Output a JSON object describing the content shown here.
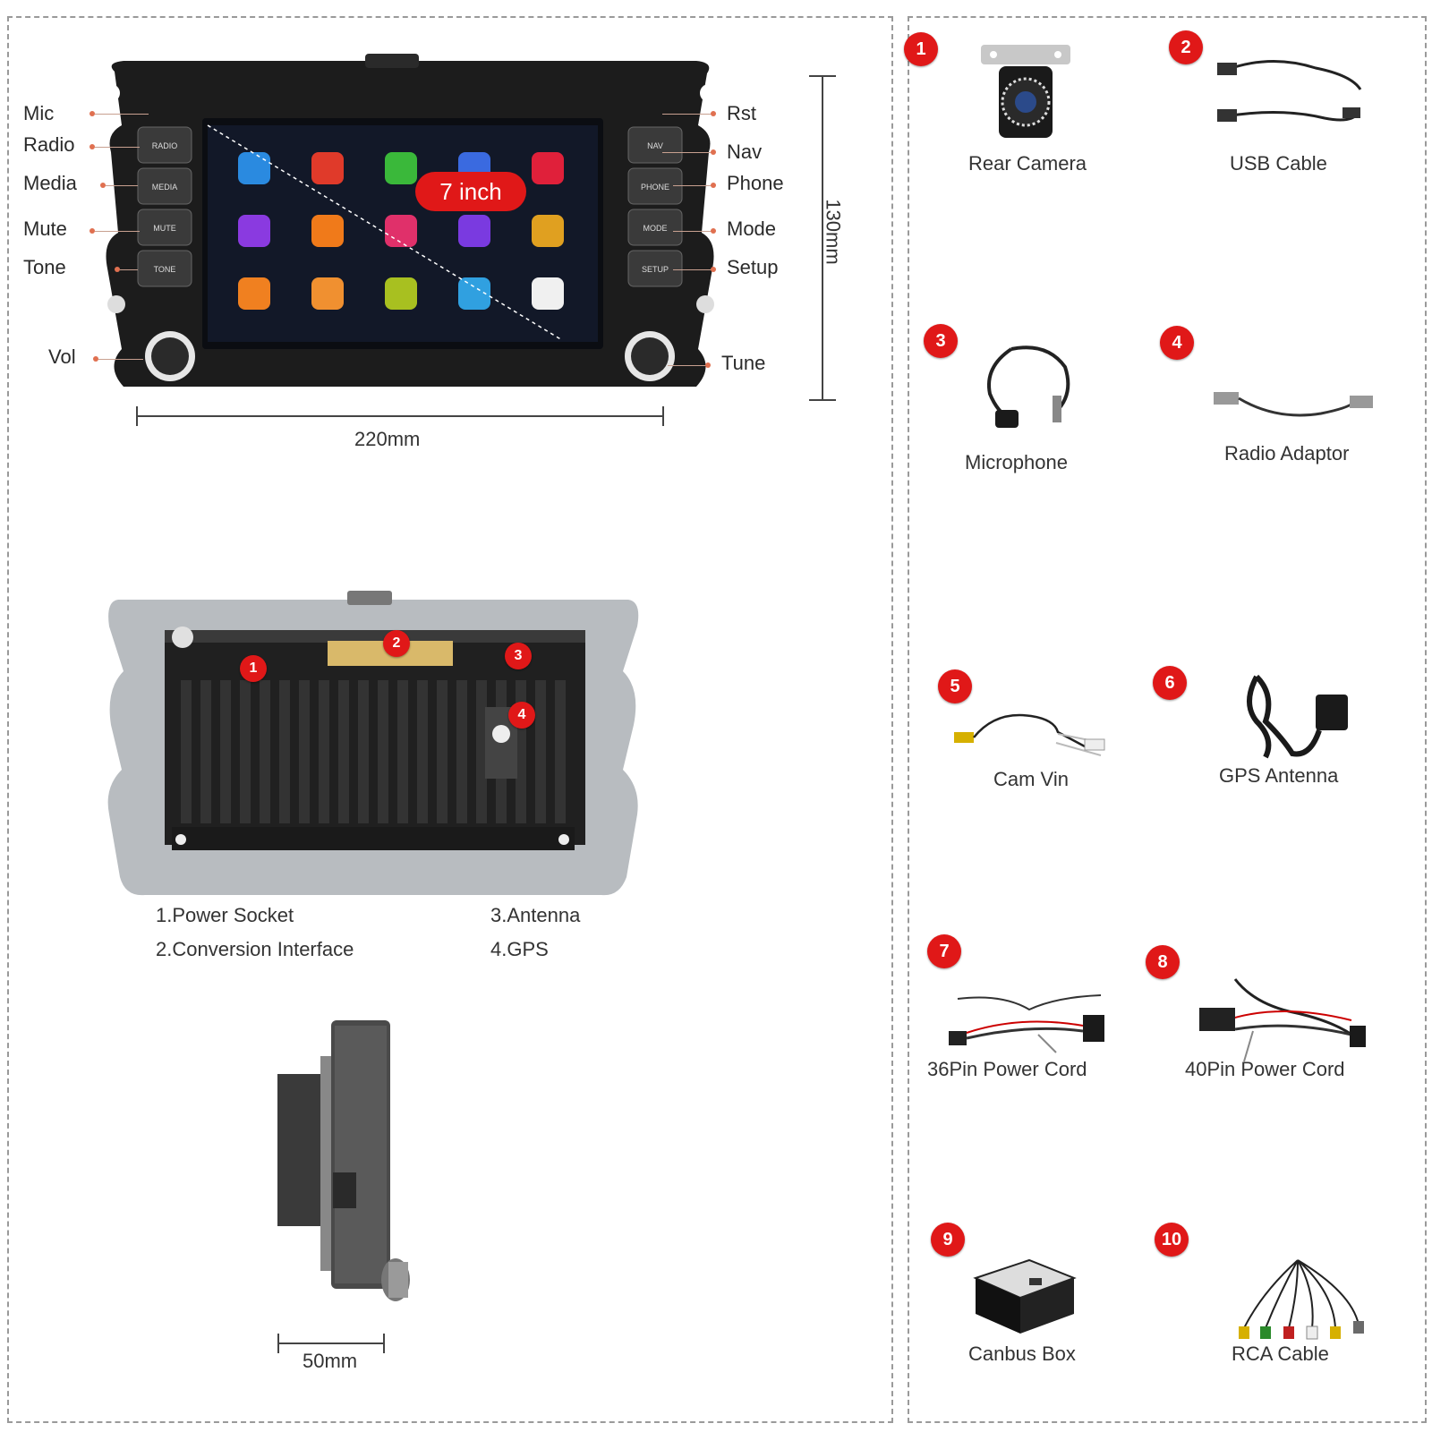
{
  "front": {
    "screen_badge": "7 inch",
    "left_labels": [
      "Mic",
      "Radio",
      "Media",
      "Mute",
      "Tone",
      "Vol"
    ],
    "right_labels": [
      "Rst",
      "Nav",
      "Phone",
      "Mode",
      "Setup",
      "Tune"
    ],
    "left_buttons": [
      "RADIO",
      "MEDIA",
      "MUTE",
      "TONE"
    ],
    "right_buttons": [
      "NAV",
      "PHONE",
      "MODE",
      "SETUP"
    ],
    "width_dim": "220mm",
    "height_dim": "130mm"
  },
  "back": {
    "markers": [
      "1",
      "2",
      "3",
      "4"
    ],
    "legend": [
      "1.Power Socket",
      "2.Conversion Interface",
      "3.Antenna",
      "4.GPS"
    ]
  },
  "side": {
    "depth_dim": "50mm"
  },
  "accessories": [
    {
      "num": "1",
      "name": "Rear Camera",
      "icon": "rear-camera-icon"
    },
    {
      "num": "2",
      "name": "USB Cable",
      "icon": "usb-cable-icon"
    },
    {
      "num": "3",
      "name": "Microphone",
      "icon": "microphone-icon"
    },
    {
      "num": "4",
      "name": "Radio Adaptor",
      "icon": "radio-adaptor-icon"
    },
    {
      "num": "5",
      "name": "Cam Vin",
      "icon": "cam-vin-icon"
    },
    {
      "num": "6",
      "name": "GPS Antenna",
      "icon": "gps-antenna-icon"
    },
    {
      "num": "7",
      "name": "36Pin Power Cord",
      "icon": "power-cord-36pin-icon"
    },
    {
      "num": "8",
      "name": "40Pin Power Cord",
      "icon": "power-cord-40pin-icon"
    },
    {
      "num": "9",
      "name": "Canbus Box",
      "icon": "canbus-box-icon"
    },
    {
      "num": "10",
      "name": "RCA Cable",
      "icon": "rca-cable-icon"
    }
  ],
  "colors": {
    "badge": "#e01818",
    "leader": "#e07050",
    "unit_body": "#1c1c1c"
  }
}
